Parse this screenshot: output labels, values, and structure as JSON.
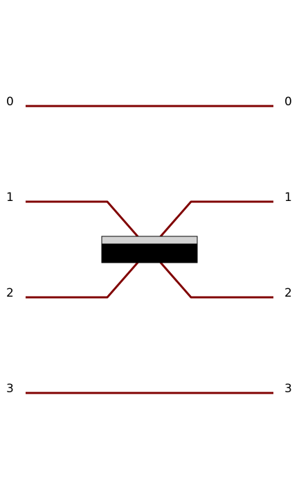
{
  "colors": {
    "background": "#ffffff",
    "wire": "#800000",
    "label": "#000000",
    "component_top": "#d3d3d3",
    "component_body": "#000000"
  },
  "diagram": {
    "type": "crossing-wire-diagram",
    "left_labels": [
      "0",
      "1",
      "2",
      "3"
    ],
    "right_labels": [
      "0",
      "1",
      "2",
      "3"
    ],
    "crossings": [
      {
        "between": [
          "1",
          "2"
        ]
      }
    ]
  }
}
